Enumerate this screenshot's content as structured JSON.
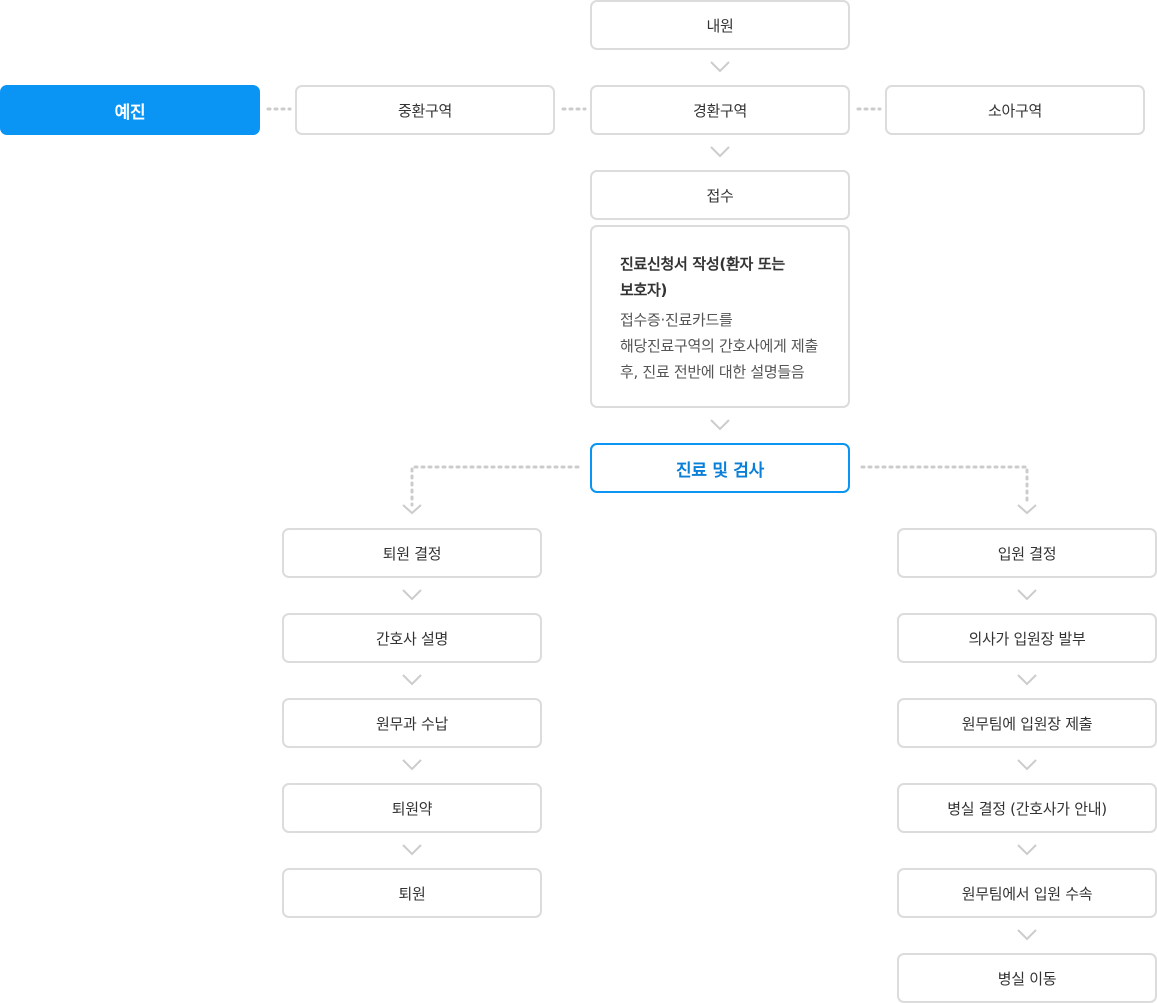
{
  "top": {
    "arrival": "내원"
  },
  "zones": {
    "triage": "예진",
    "severe": "중환구역",
    "mild": "경환구역",
    "pediatric": "소아구역"
  },
  "reception": "접수",
  "form": {
    "title": "진료신청서 작성(환자 또는 보호자)",
    "description": "접수증·진료카드를 해당진료구역의 간호사에게 제출 후, 진료 전반에 대한 설명들음"
  },
  "exam": "진료 및 검사",
  "discharge_steps": [
    "퇴원 결정",
    "간호사 설명",
    "원무과 수납",
    "퇴원약",
    "퇴원"
  ],
  "admission_steps": [
    "입원 결정",
    "의사가 입원장 발부",
    "원무팀에 입원장 제출",
    "병실 결정 (간호사가 안내)",
    "원무팀에서 입원 수속",
    "병실 이동"
  ],
  "colors": {
    "accent": "#0a95f5",
    "border": "#dcdcdc",
    "connector": "#cccccc"
  }
}
